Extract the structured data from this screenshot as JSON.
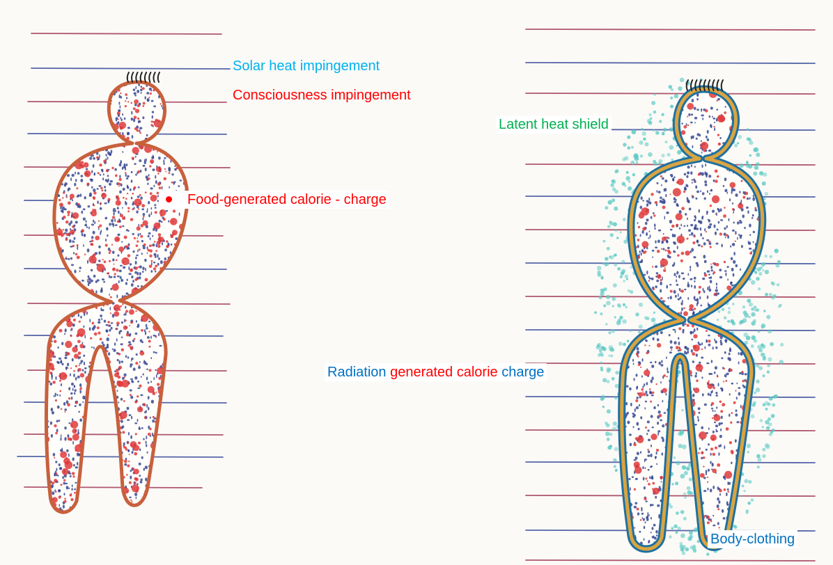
{
  "labels": {
    "solar": "Solar heat impingement",
    "consciousness": "Consciousness impingement",
    "food": "Food-generated calorie - charge",
    "latent": "Latent heat shield",
    "radiation_part1": "Radiation",
    "radiation_part2": "generated calorie",
    "radiation_part3": "charge",
    "clothing": "Body-clothing"
  },
  "colors": {
    "paper": "#fbfaf7",
    "solar_text": "#00b0f0",
    "red_text": "#ff0000",
    "green_text": "#00b050",
    "blue_text": "#0070c0",
    "outline_brown": "#c8603c",
    "outline_gold": "#d9a441",
    "outline_blue": "#1e70a0",
    "aura": "#5cc9c4",
    "speck_red": "#e0393a",
    "speck_blue": "#2e3f8f",
    "line_red": "#a23a55",
    "line_blue": "#3a4c9a"
  },
  "figures": [
    {
      "name": "figure-plain",
      "icon": "human-silhouette-icon"
    },
    {
      "name": "figure-clothed",
      "icon": "human-silhouette-with-aura-icon"
    }
  ]
}
